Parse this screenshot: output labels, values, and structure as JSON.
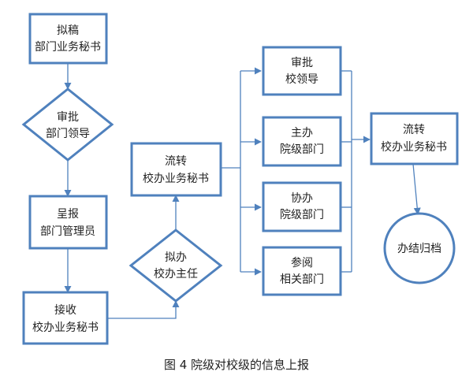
{
  "colors": {
    "stroke": "#4f81bd",
    "arrow": "#4f81bd",
    "text": "#222222",
    "fill": "#ffffff"
  },
  "nodes": {
    "draft": {
      "line1": "拟稿",
      "line2": "部门业务秘书"
    },
    "review_dept": {
      "line1": "审批",
      "line2": "部门领导"
    },
    "submit": {
      "line1": "呈报",
      "line2": "部门管理员"
    },
    "receive": {
      "line1": "接收",
      "line2": "校办业务秘书"
    },
    "propose": {
      "line1": "拟办",
      "line2": "校办主任"
    },
    "circulate_1": {
      "line1": "流转",
      "line2": "校办业务秘书"
    },
    "review_school": {
      "line1": "审批",
      "line2": "校领导"
    },
    "host": {
      "line1": "主办",
      "line2": "院级部门"
    },
    "assist": {
      "line1": "协办",
      "line2": "院级部门"
    },
    "refer": {
      "line1": "参阅",
      "line2": "相关部门"
    },
    "circulate_2": {
      "line1": "流转",
      "line2": "校办业务秘书"
    },
    "archive": {
      "line1": "办结归档"
    }
  },
  "caption": "图 4   院级对校级的信息上报"
}
